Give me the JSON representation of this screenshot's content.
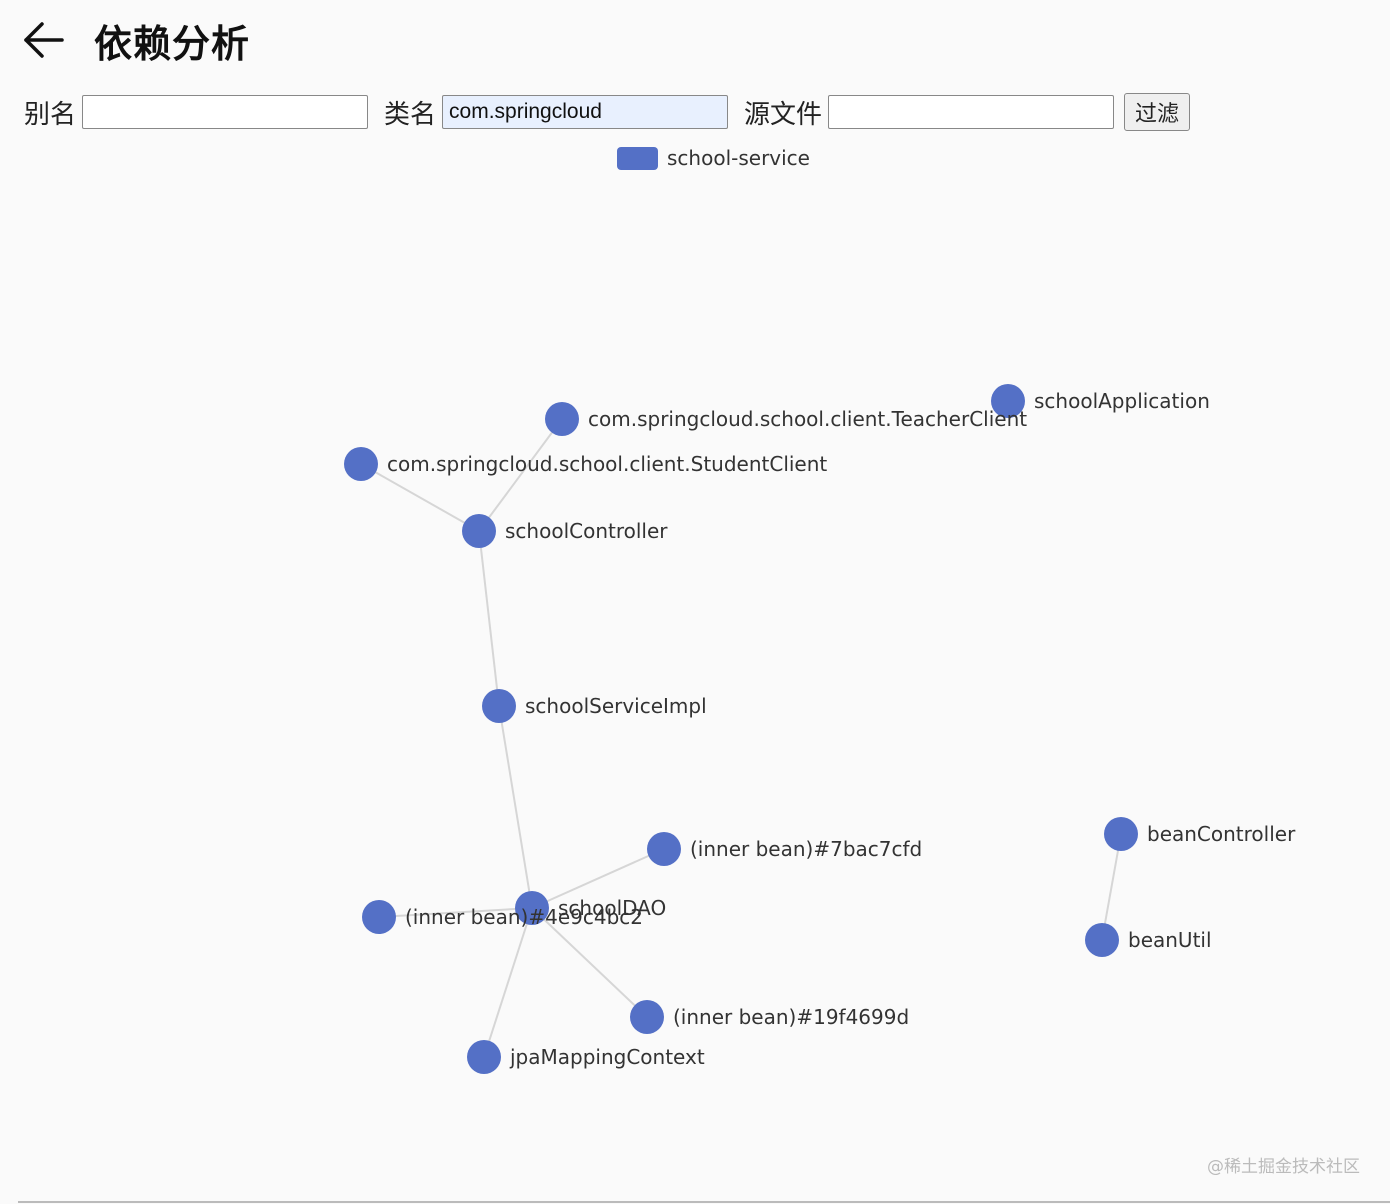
{
  "header": {
    "title": "依赖分析",
    "back_icon": "arrow-left-icon"
  },
  "filters": {
    "alias_label": "别名",
    "alias_value": "",
    "class_label": "类名",
    "class_value": "com.springcloud",
    "source_label": "源文件",
    "source_value": "",
    "filter_button": "过滤"
  },
  "legend": {
    "label": "school-service",
    "color": "#5470c6"
  },
  "graph": {
    "node_color": "#5470c6",
    "edge_color": "#d6d6d6",
    "nodes": [
      {
        "id": "schoolApplication",
        "label": "schoolApplication"
      },
      {
        "id": "teacherClient",
        "label": "com.springcloud.school.client.TeacherClient"
      },
      {
        "id": "studentClient",
        "label": "com.springcloud.school.client.StudentClient"
      },
      {
        "id": "schoolController",
        "label": "schoolController"
      },
      {
        "id": "schoolServiceImpl",
        "label": "schoolServiceImpl"
      },
      {
        "id": "inner7bac",
        "label": "(inner bean)#7bac7cfd"
      },
      {
        "id": "schoolDAO",
        "label": "schoolDAO"
      },
      {
        "id": "inner4e9c",
        "label": "(inner bean)#4e9c4bc2"
      },
      {
        "id": "inner19f4",
        "label": "(inner bean)#19f4699d"
      },
      {
        "id": "jpaMappingContext",
        "label": "jpaMappingContext"
      },
      {
        "id": "beanController",
        "label": "beanController"
      },
      {
        "id": "beanUtil",
        "label": "beanUtil"
      }
    ],
    "edges": [
      {
        "source": "teacherClient",
        "target": "schoolController"
      },
      {
        "source": "studentClient",
        "target": "schoolController"
      },
      {
        "source": "schoolController",
        "target": "schoolServiceImpl"
      },
      {
        "source": "schoolServiceImpl",
        "target": "schoolDAO"
      },
      {
        "source": "schoolDAO",
        "target": "inner7bac"
      },
      {
        "source": "schoolDAO",
        "target": "inner4e9c"
      },
      {
        "source": "schoolDAO",
        "target": "inner19f4"
      },
      {
        "source": "schoolDAO",
        "target": "jpaMappingContext"
      },
      {
        "source": "beanController",
        "target": "beanUtil"
      }
    ]
  },
  "watermark": "@稀土掘金技术社区"
}
